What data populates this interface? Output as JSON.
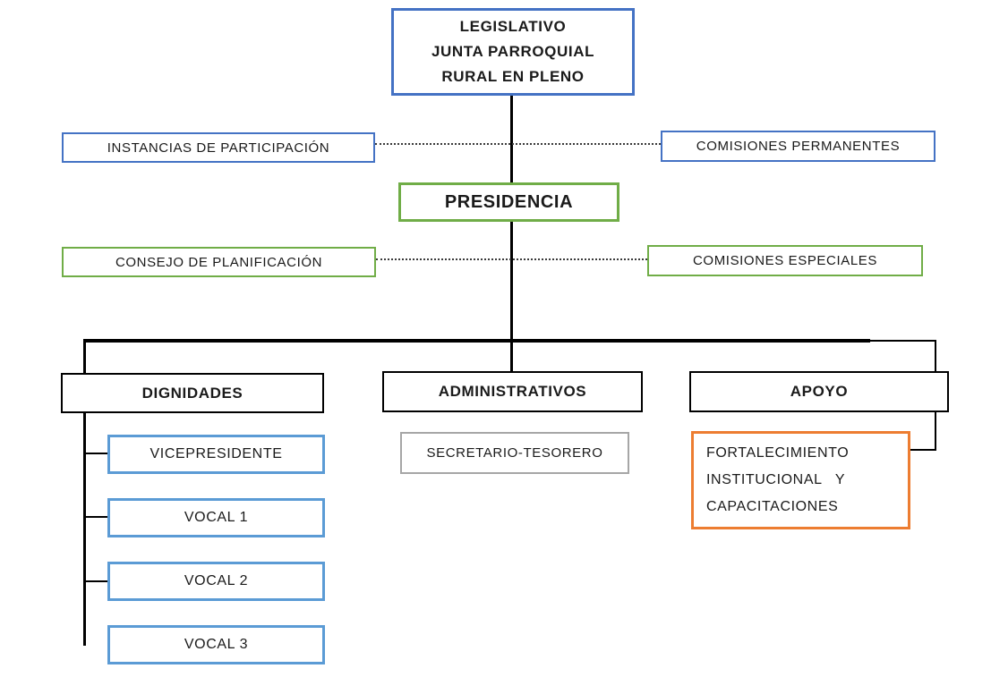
{
  "diagram": {
    "type": "org-chart",
    "colors": {
      "blue": "#4472C4",
      "light_blue": "#5B9BD5",
      "green": "#70AD47",
      "orange": "#ED7D31",
      "gray": "#A6A6A6",
      "black": "#000000",
      "dotted_line": "#3a3a3a",
      "background": "#ffffff"
    },
    "nodes": {
      "legislativo": {
        "label": "LEGISLATIVO\nJUNTA PARROQUIAL\nRURAL EN PLENO",
        "border_color": "#4472C4"
      },
      "instancias": {
        "label": "INSTANCIAS DE PARTICIPACIÓN",
        "border_color": "#4472C4"
      },
      "comisiones_permanentes": {
        "label": "COMISIONES PERMANENTES",
        "border_color": "#4472C4"
      },
      "presidencia": {
        "label": "PRESIDENCIA",
        "border_color": "#70AD47"
      },
      "consejo_planificacion": {
        "label": "CONSEJO DE PLANIFICACIÓN",
        "border_color": "#70AD47"
      },
      "comisiones_especiales": {
        "label": "COMISIONES ESPECIALES",
        "border_color": "#70AD47"
      },
      "dignidades": {
        "label": "DIGNIDADES",
        "border_color": "#000000"
      },
      "administrativos": {
        "label": "ADMINISTRATIVOS",
        "border_color": "#000000"
      },
      "apoyo": {
        "label": "APOYO",
        "border_color": "#000000"
      },
      "vicepresidente": {
        "label": "VICEPRESIDENTE",
        "border_color": "#5B9BD5"
      },
      "vocal1": {
        "label": "VOCAL 1",
        "border_color": "#5B9BD5"
      },
      "vocal2": {
        "label": "VOCAL 2",
        "border_color": "#5B9BD5"
      },
      "vocal3": {
        "label": "VOCAL 3",
        "border_color": "#5B9BD5"
      },
      "secretario_tesorero": {
        "label": "SECRETARIO-TESORERO",
        "border_color": "#A6A6A6"
      },
      "fortalecimiento": {
        "label": "FORTALECIMIENTO\nINSTITUCIONAL   Y\nCAPACITACIONES",
        "border_color": "#ED7D31"
      }
    },
    "edges": [
      {
        "from": "legislativo",
        "to": "presidencia",
        "style": "solid"
      },
      {
        "from": "instancias",
        "to": "comisiones_permanentes",
        "style": "dotted"
      },
      {
        "from": "consejo_planificacion",
        "to": "comisiones_especiales",
        "style": "dotted"
      },
      {
        "from": "presidencia",
        "to": "dignidades",
        "style": "solid"
      },
      {
        "from": "presidencia",
        "to": "administrativos",
        "style": "solid"
      },
      {
        "from": "presidencia",
        "to": "apoyo",
        "style": "solid"
      },
      {
        "from": "dignidades",
        "to": "vicepresidente",
        "style": "solid"
      },
      {
        "from": "dignidades",
        "to": "vocal1",
        "style": "solid"
      },
      {
        "from": "dignidades",
        "to": "vocal2",
        "style": "solid"
      },
      {
        "from": "dignidades",
        "to": "vocal3",
        "style": "solid"
      },
      {
        "from": "apoyo",
        "to": "fortalecimiento",
        "style": "solid"
      }
    ]
  }
}
